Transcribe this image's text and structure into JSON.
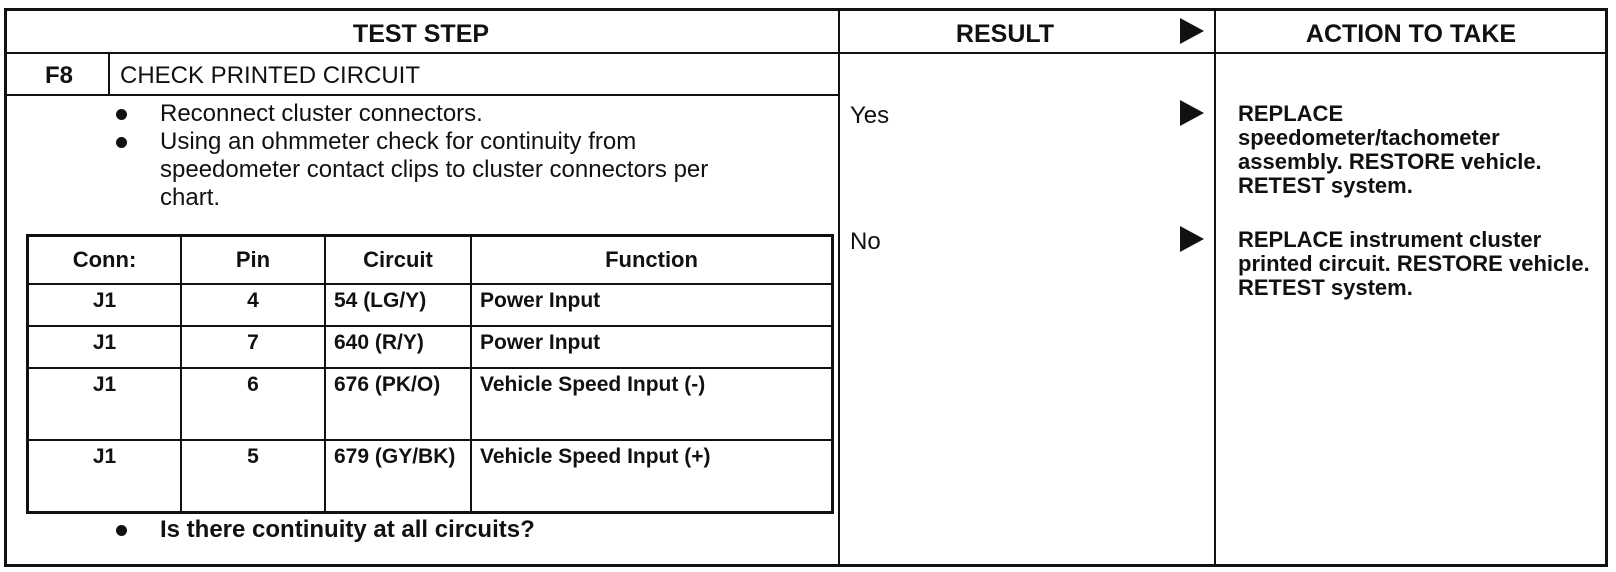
{
  "header": {
    "test_step": "TEST STEP",
    "result": "RESULT",
    "action": "ACTION TO TAKE"
  },
  "step": {
    "id": "F8",
    "title": "CHECK PRINTED CIRCUIT",
    "bullets": [
      "Reconnect cluster connectors.",
      "Using an ohmmeter check for continuity from speedometer contact clips to cluster connectors per chart."
    ],
    "question": "Is there continuity at all circuits?"
  },
  "table": {
    "headers": [
      "Conn:",
      "Pin",
      "Circuit",
      "Function"
    ],
    "rows": [
      {
        "conn": "J1",
        "pin": "4",
        "circuit": "54 (LG/Y)",
        "function": "Power Input"
      },
      {
        "conn": "J1",
        "pin": "7",
        "circuit": "640 (R/Y)",
        "function": "Power Input"
      },
      {
        "conn": "J1",
        "pin": "6",
        "circuit": "676 (PK/O)",
        "function": "Vehicle Speed Input (-)"
      },
      {
        "conn": "J1",
        "pin": "5",
        "circuit": "679 (GY/BK)",
        "function": "Vehicle Speed Input (+)"
      }
    ]
  },
  "results": {
    "yes": "Yes",
    "no": "No"
  },
  "actions": {
    "yes": "REPLACE speedometer/tachometer assembly. RESTORE vehicle. RETEST system.",
    "no": "REPLACE instrument cluster printed circuit. RESTORE vehicle. RETEST system."
  }
}
